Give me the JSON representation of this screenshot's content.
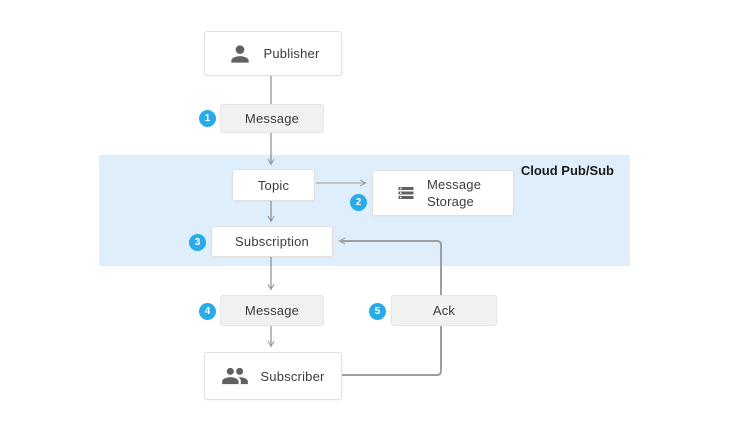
{
  "diagram": {
    "region_label": "Cloud Pub/Sub",
    "nodes": {
      "publisher": {
        "label": "Publisher",
        "icon": "person-icon"
      },
      "message_published": {
        "label": "Message",
        "step": "1"
      },
      "topic": {
        "label": "Topic"
      },
      "message_storage": {
        "label": "Message Storage",
        "step": "2",
        "icon": "storage-icon"
      },
      "subscription": {
        "label": "Subscription",
        "step": "3"
      },
      "message_delivered": {
        "label": "Message",
        "step": "4"
      },
      "ack": {
        "label": "Ack",
        "step": "5"
      },
      "subscriber": {
        "label": "Subscriber",
        "icon": "people-icon"
      }
    },
    "flow_steps": [
      "1",
      "2",
      "3",
      "4",
      "5"
    ],
    "colors": {
      "step_badge": "#29aae9",
      "region_background": "#deeffb",
      "gray_box_background": "#f1f1f1",
      "box_border": "#e0e0e0",
      "connector_line": "#757575",
      "feedback_line": "#9e9e9e",
      "icon": "#616161",
      "text": "#3c3c3c"
    }
  }
}
